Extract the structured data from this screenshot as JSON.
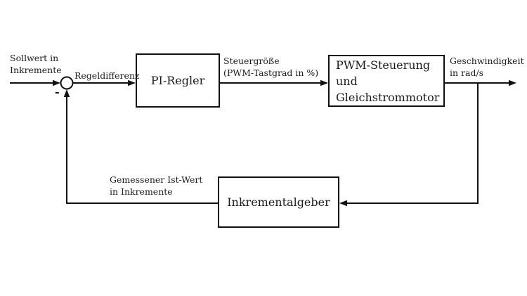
{
  "diagram": {
    "title_semantic": "Regelkreis PWM Gleichstrommotor Blockschaltbild",
    "colors": {
      "background": "#ffffff",
      "line": "#111111",
      "text": "#1b1b1b"
    },
    "blocks": {
      "pi_regler": {
        "label": "PI-Regler"
      },
      "pwm_motor": {
        "line1": "PWM-Steuerung",
        "line2": "und",
        "line3": "Gleichstrommotor"
      },
      "inkrementalgeber": {
        "label": "Inkrementalgeber"
      }
    },
    "labels": {
      "sollwert": {
        "line1": "Sollwert in",
        "line2": "Inkremente"
      },
      "regeldifferenz": "Regeldifferenz",
      "minus_sign": "-",
      "steuergroesse": {
        "line1": "Steuergröße",
        "line2": "(PWM-Tastgrad in %)"
      },
      "geschwindigkeit": {
        "line1": "Geschwindigkeit",
        "line2": "in rad/s"
      },
      "istwert": {
        "line1": "Gemessener Ist-Wert",
        "line2": "in Inkremente"
      }
    }
  }
}
